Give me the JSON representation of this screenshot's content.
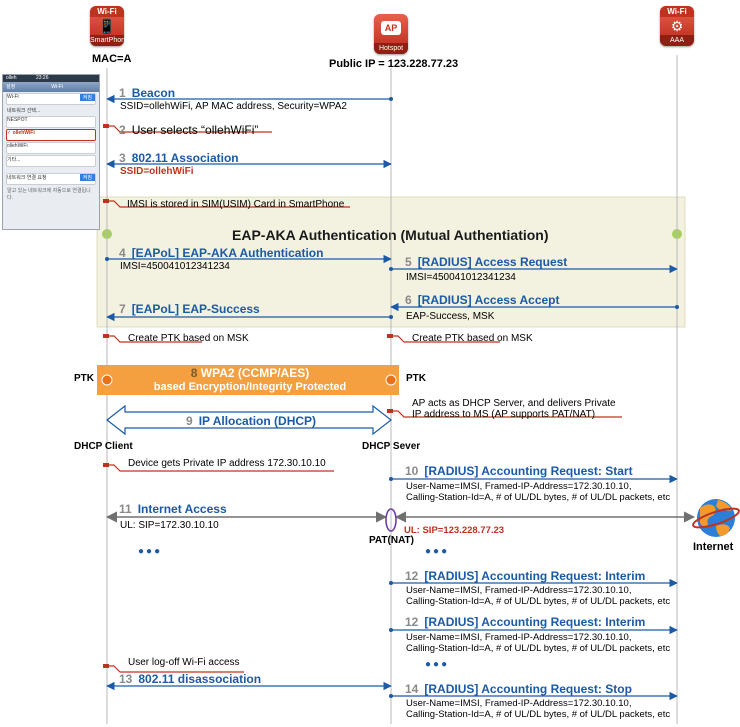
{
  "entities": {
    "smartphone": {
      "tag": "Wi-Fi",
      "caption": "SmartPhone",
      "sub": "MAC=A",
      "icon": "smartphone-icon"
    },
    "hotspot": {
      "tag": "AP",
      "caption": "Hotspot AP",
      "sub": "Public IP = 123.228.77.23",
      "icon": "access-point-icon"
    },
    "aaa": {
      "tag": "Wi-Fi",
      "caption": "AAA",
      "icon": "aaa-server-icon"
    }
  },
  "colors": {
    "accent": "#1a5aa6",
    "red": "#c0321f",
    "eap_box": "#f3f1df",
    "wpa_bar": "#f5a040",
    "arrow": "#1a5aa6",
    "gray_arrow": "#707070"
  },
  "eap_title": "EAP-AKA Authentication (Mutual Authentiation)",
  "messages": [
    {
      "num": "1",
      "text": "Beacon",
      "detail": "SSID=ollehWiFi, AP MAC address, Security=WPA2"
    },
    {
      "num": "2",
      "text": "User selects “ollehWiFi”"
    },
    {
      "num": "3",
      "text": "802.11 Association",
      "detail": "SSID=ollehWiFi"
    },
    {
      "num": "",
      "text": "IMSI is stored in SIM(USIM) Card in SmartPhone"
    },
    {
      "num": "4",
      "text": "[EAPoL] EAP-AKA Authentication",
      "detail": "IMSI=450041012341234"
    },
    {
      "num": "5",
      "text": "[RADIUS] Access Request",
      "detail": "IMSI=450041012341234"
    },
    {
      "num": "6",
      "text": "[RADIUS] Access Accept",
      "detail": "EAP-Success, MSK"
    },
    {
      "num": "7",
      "text": "[EAPoL] EAP-Success"
    },
    {
      "num": "",
      "text": "Create PTK based on MSK"
    },
    {
      "num": "",
      "text": "Create PTK based on MSK"
    },
    {
      "num": "8",
      "text": "WPA2 (CCMP/AES)",
      "detail": "based Encryption/Integrity Protected"
    },
    {
      "num": "",
      "text": "AP acts as DHCP Server, and delivers Private",
      "detail": "IP address to MS (AP supports PAT/NAT)"
    },
    {
      "num": "9",
      "text": "IP Allocation (DHCP)"
    },
    {
      "num": "",
      "text": "Device gets Private IP address 172.30.10.10"
    },
    {
      "num": "10",
      "text": "[RADIUS] Accounting Request: Start",
      "detail": "User-Name=IMSI, Framed-IP-Address=172.30.10.10,",
      "detail2": "Calling-Station-Id=A, # of UL/DL bytes, # of UL/DL packets, etc"
    },
    {
      "num": "11",
      "text": "Internet Access",
      "detail": "UL: SIP=172.30.10.10",
      "detail2": "UL: SIP=123.228.77.23"
    },
    {
      "num": "12",
      "text": "[RADIUS] Accounting Request: Interim",
      "detail": "User-Name=IMSI, Framed-IP-Address=172.30.10.10,",
      "detail2": "Calling-Station-Id=A, # of UL/DL bytes, # of UL/DL packets, etc"
    },
    {
      "num": "12",
      "text": "[RADIUS] Accounting Request: Interim",
      "detail": "User-Name=IMSI, Framed-IP-Address=172.30.10.10,",
      "detail2": "Calling-Station-Id=A, # of UL/DL bytes, # of UL/DL packets, etc"
    },
    {
      "num": "",
      "text": "User log-off Wi-Fi access"
    },
    {
      "num": "13",
      "text": "802.11 disassociation"
    },
    {
      "num": "14",
      "text": "[RADIUS] Accounting Request: Stop",
      "detail": "User-Name=IMSI, Framed-IP-Address=172.30.10.10,",
      "detail2": "Calling-Station-Id=A, # of UL/DL bytes, # of UL/DL packets, etc"
    }
  ],
  "labels": {
    "ptk_left": "PTK",
    "ptk_right": "PTK",
    "dhcp_client": "DHCP Client",
    "dhcp_server": "DHCP Sever",
    "pat_nat": "PAT(NAT)",
    "internet": "Internet",
    "ellipsis": "●●●"
  },
  "phone_screen": {
    "status": "olleh",
    "time": "23:26",
    "nav_back": "설정",
    "nav_title": "Wi-Fi",
    "wifi_label": "Wi-Fi",
    "toggle": "켜짐",
    "section": "네트워크 선택...",
    "networks": [
      "NESPOT",
      "✓ ollehWiFi",
      "ollehWiFi",
      "기타..."
    ],
    "ask_label": "네트워크 연결 요청",
    "ask_toggle": "켜짐",
    "footnote": "알고 있는 네트워크에 자동으로 연결됩니다."
  }
}
